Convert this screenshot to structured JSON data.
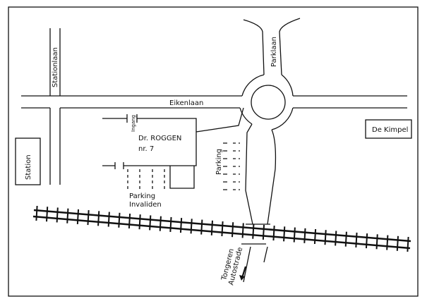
{
  "streets": {
    "eikenlaan": "Eikenlaan",
    "stationlaan": "Stationlaan",
    "parklaan": "Parklaan"
  },
  "places": {
    "station": "Station",
    "de_kimpel": "De Kimpel",
    "practice_name": "Dr. ROGGEN",
    "practice_number": "nr. 7",
    "entrance": "Ingang",
    "parking": "Parking",
    "parking_disabled_1": "Parking",
    "parking_disabled_2": "Invaliden",
    "direction_1": "Tongeren",
    "direction_2": "Autostrade"
  }
}
